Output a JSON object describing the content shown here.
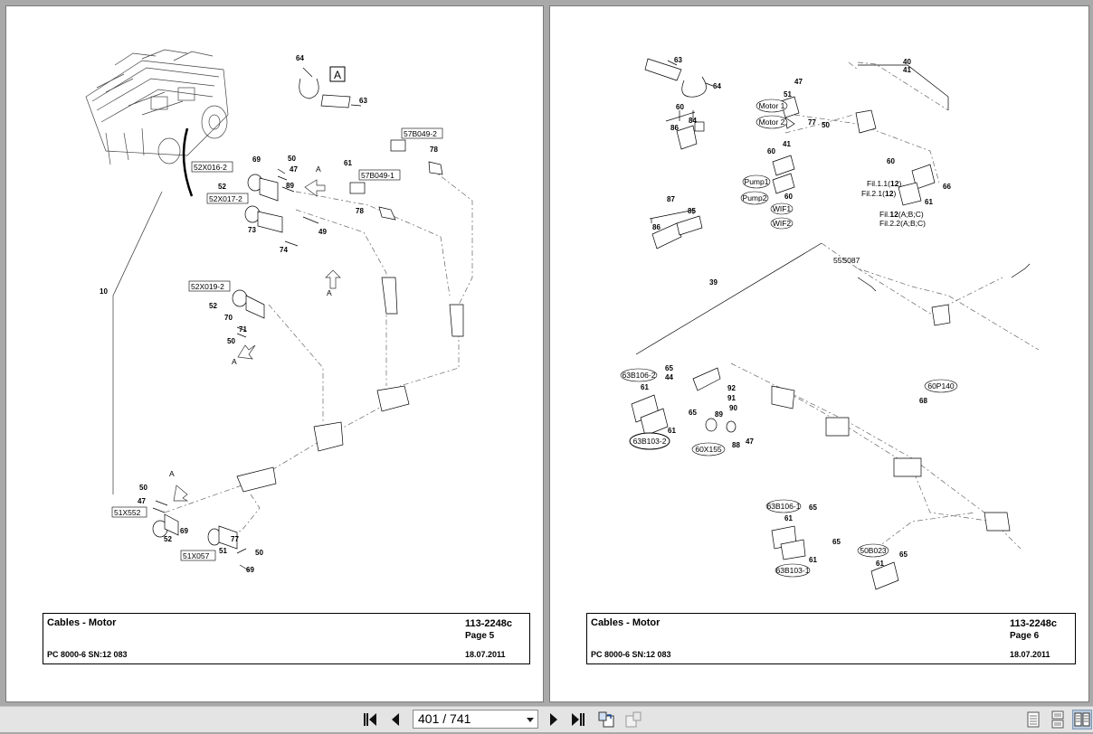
{
  "left_page": {
    "title": "Cables - Motor",
    "doc_number": "113-2248c",
    "page": "Page 5",
    "model": "PC 8000-6 SN:12 083",
    "date": "18.07.2011",
    "boxed_labels": [
      "52X016-2",
      "52X017-2",
      "52X019-2",
      "51X552",
      "51X057",
      "57B049-2",
      "57B049-1"
    ],
    "letters": [
      "A",
      "A",
      "A",
      "A",
      "A"
    ],
    "numbers": [
      "64",
      "63",
      "69",
      "50",
      "47",
      "89",
      "52",
      "73",
      "49",
      "74",
      "61",
      "78",
      "78",
      "10",
      "52",
      "70",
      "71",
      "50",
      "50",
      "47",
      "69",
      "52",
      "77",
      "51",
      "50",
      "69"
    ]
  },
  "right_page": {
    "title": "Cables - Motor",
    "doc_number": "113-2248c",
    "page": "Page 6",
    "model": "PC 8000-6 SN:12 083",
    "date": "18.07.2011",
    "oval_labels": [
      "Motor 1",
      "Motor 2",
      "Pump1",
      "Pump2",
      "WIF1",
      "WIF2",
      "63B106-2",
      "63B103-2",
      "60X155",
      "60P140",
      "63B106-1",
      "63B103-1",
      "50B023"
    ],
    "text_labels": [
      "55S087",
      "Fil.1.1(",
      "12",
      ")",
      "Fil.2.1(",
      "12",
      ")",
      "Fil.",
      "12",
      "(A;B;C)",
      "Fil.2.2(A;B;C)"
    ],
    "numbers": [
      "63",
      "64",
      "60",
      "84",
      "86",
      "47",
      "51",
      "77",
      "50",
      "40",
      "41",
      "41",
      "60",
      "60",
      "60",
      "66",
      "61",
      "87",
      "85",
      "86",
      "39",
      "65",
      "44",
      "61",
      "92",
      "91",
      "90",
      "89",
      "88",
      "47",
      "65",
      "61",
      "68",
      "65",
      "61",
      "65",
      "61",
      "65",
      "61"
    ]
  },
  "toolbar": {
    "page_value": "401 / 741",
    "icons": [
      "first-page-icon",
      "previous-page-icon",
      "next-page-icon",
      "last-page-icon",
      "go-back-view-icon",
      "go-forward-view-icon",
      "single-page-view-icon",
      "continuous-view-icon",
      "facing-pages-view-icon"
    ]
  }
}
